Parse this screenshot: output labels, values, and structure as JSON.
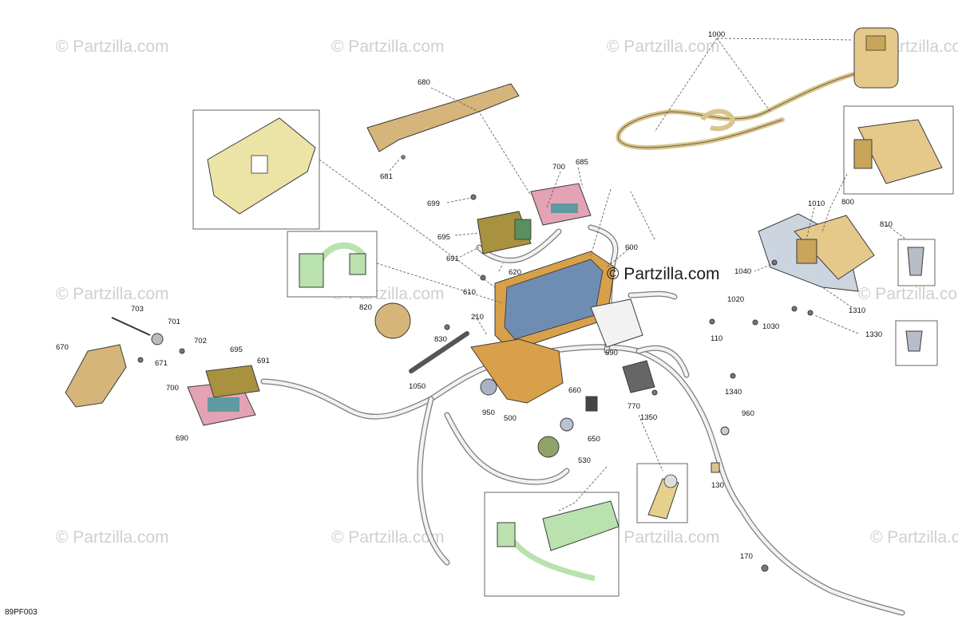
{
  "diagram": {
    "figure_code": "89PF003",
    "brand_mark": "© Partzilla.com",
    "watermark_text": "© Partzilla.com",
    "callouts": {
      "c1000": "1000",
      "c680": "680",
      "c681": "681",
      "c700a": "700",
      "c685": "685",
      "c699": "699",
      "c695a": "695",
      "c691a": "691",
      "c620": "620",
      "c610": "610",
      "c600": "600",
      "c800": "800",
      "c1010": "1010",
      "c810": "810",
      "c1040": "1040",
      "c1020": "1020",
      "c1030": "1030",
      "c1310": "1310",
      "c1330": "1330",
      "c820": "820",
      "c830": "830",
      "c210": "210",
      "c110": "110",
      "c590": "590",
      "c1050": "1050",
      "c703": "703",
      "c701": "701",
      "c702": "702",
      "c670": "670",
      "c671": "671",
      "c695b": "695",
      "c691b": "691",
      "c700b": "700",
      "c690": "690",
      "c660": "660",
      "c950": "950",
      "c500": "500",
      "c650": "650",
      "c530": "530",
      "c770": "770",
      "c1350": "1350",
      "c1340": "1340",
      "c960": "960",
      "c130": "130",
      "c170": "170"
    },
    "colors": {
      "tan": "#e4c98a",
      "tan_dark": "#c9a55a",
      "orange": "#d9a04a",
      "pink": "#e3a3b4",
      "teal": "#5f9aa3",
      "green": "#b9e2ae",
      "olive": "#a8913f",
      "blue_screen": "#6f8db3",
      "gray": "#8a8a8a"
    }
  }
}
